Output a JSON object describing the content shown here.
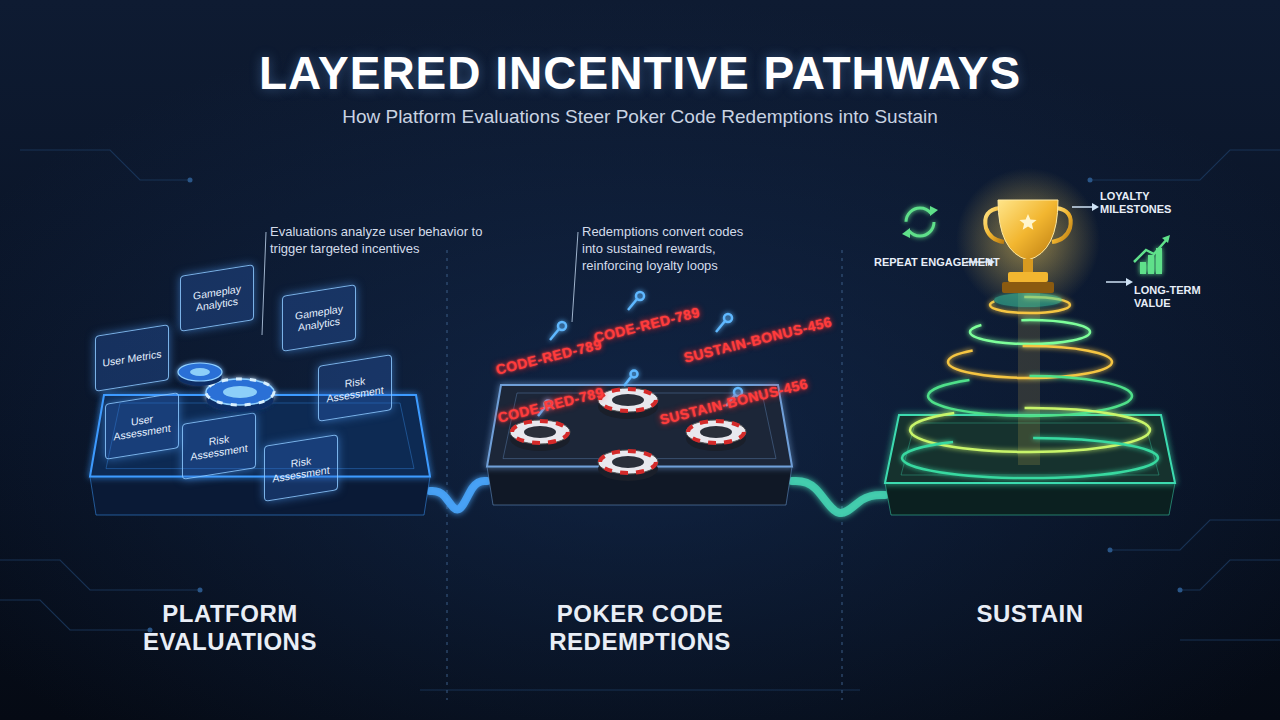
{
  "diagram": {
    "title": "LAYERED INCENTIVE PATHWAYS",
    "caption": "How Platform Evaluations Steer Poker Code Redemptions into Sustain",
    "nodes": [
      {
        "text": [
          "PLATFORM EVALUATIONS"
        ]
      },
      {
        "text": [
          "Gameplay Analytics"
        ],
        "in": 0
      },
      {
        "text": [
          "Gameplay Analytics"
        ],
        "in": 0
      },
      {
        "text": [
          "User Metrics"
        ],
        "in": 0
      },
      {
        "text": [
          "Risk Assessment"
        ],
        "in": 0
      },
      {
        "text": [
          "User Assessment"
        ],
        "in": 0
      },
      {
        "text": [
          "Risk Assessment"
        ],
        "in": 0
      },
      {
        "text": [
          "Risk Assessment"
        ],
        "in": 0
      },
      {
        "text": [
          "POKER CODE REDEMPTIONS"
        ]
      },
      {
        "text": [
          "SUSTAIN"
        ]
      }
    ],
    "edges": [
      {
        "from": 0,
        "to": 8,
        "arrow": "none"
      },
      {
        "from": 8,
        "to": 9,
        "arrow": "none"
      }
    ],
    "labels": [
      "Evaluations analyze user behavior to trigger targeted incentives",
      "Redemptions convert codes into sustained rewards, reinforcing loyalty loops",
      "CODE-RED-789",
      "CODE-RED-789",
      "SUSTAIN-BONUS-456",
      "CODE-RED-789",
      "SUSTAIN-BONUS-456",
      "REPEAT ENGAGEMENT",
      "LOYALTY MILESTONES",
      "LONG-TERM VALUE"
    ]
  }
}
